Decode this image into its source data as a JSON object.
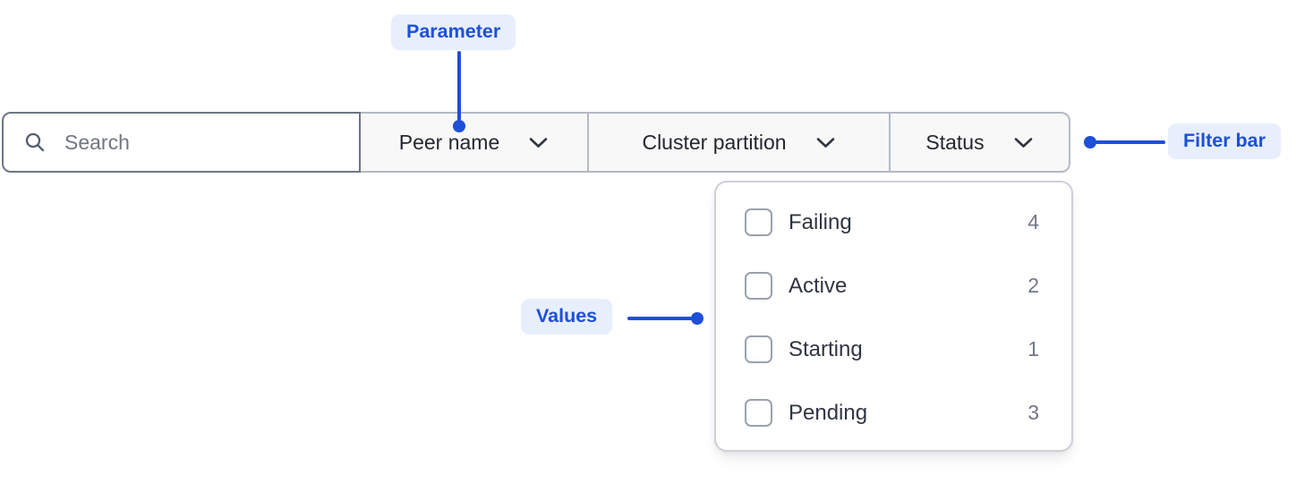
{
  "annotations": {
    "parameter_label": "Parameter",
    "filter_bar_label": "Filter bar",
    "values_label": "Values"
  },
  "filter_bar": {
    "search_placeholder": "Search",
    "parameters": [
      {
        "label": "Peer name"
      },
      {
        "label": "Cluster partition"
      },
      {
        "label": "Status"
      }
    ]
  },
  "status_dropdown": {
    "parameter": "Status",
    "options": [
      {
        "label": "Failing",
        "count": "4",
        "checked": false
      },
      {
        "label": "Active",
        "count": "2",
        "checked": false
      },
      {
        "label": "Starting",
        "count": "1",
        "checked": false
      },
      {
        "label": "Pending",
        "count": "3",
        "checked": false
      }
    ]
  },
  "icons": {
    "search": "search-icon",
    "dropdown": "chevron-down-icon"
  },
  "colors": {
    "accent": "#1d4fd8",
    "accent_pill_bg": "#e8effc",
    "bar_section_bg": "#f8f8f9",
    "search_border": "#6d7584",
    "light_border": "#b4bac4",
    "panel_border": "#cdd0d7",
    "dark_text": "#23272f",
    "option_text": "#2f3542",
    "muted_text": "#707787",
    "checkbox_border": "#9aa1ae"
  }
}
